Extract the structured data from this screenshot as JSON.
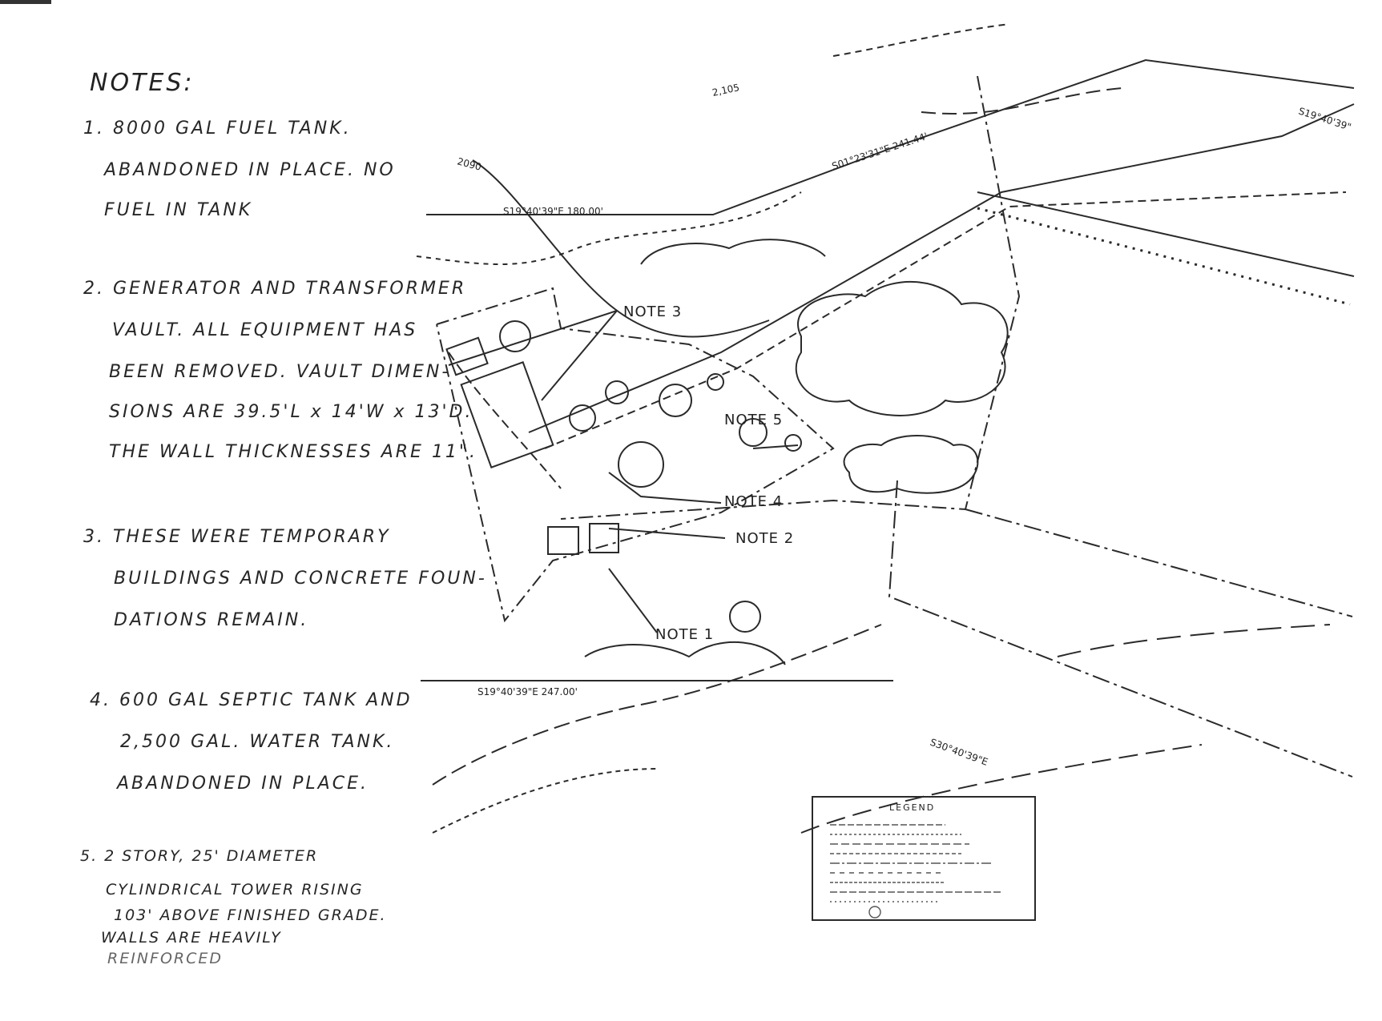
{
  "notes": {
    "heading": "NOTES:",
    "lines": [
      "1. 8000 GAL FUEL TANK.",
      "ABANDONED IN PLACE. NO",
      "FUEL IN TANK",
      "2. GENERATOR AND TRANSFORMER",
      "VAULT. ALL EQUIPMENT HAS",
      "BEEN REMOVED. VAULT DIMEN-",
      "SIONS ARE 39.5'L x 14'W x 13'D.",
      "THE WALL THICKNESSES ARE 11\".",
      "3. THESE WERE TEMPORARY",
      "BUILDINGS AND CONCRETE FOUN-",
      "DATIONS REMAIN.",
      "4. 600 GAL SEPTIC TANK AND",
      "2,500 GAL. WATER TANK.",
      "ABANDONED IN PLACE.",
      "5. 2 STORY, 25' DIAMETER",
      "CYLINDRICAL TOWER RISING",
      "103' ABOVE FINISHED GRADE.",
      "WALLS ARE HEAVILY",
      "REINFORCED"
    ]
  },
  "callouts": {
    "note1": "NOTE 1",
    "note2": "NOTE 2",
    "note3": "NOTE 3",
    "note4": "NOTE 4",
    "note5": "NOTE 5"
  },
  "bearings": {
    "b1": "S19°40'39\"E 180.00'",
    "b2": "S01°23'31\"E 241.44'",
    "b3": "S19°40'39\"E 247.00'",
    "b4": "S30°40'39\"E",
    "b5": "S19°40'39\""
  },
  "elevations": {
    "e1": "2090",
    "e2": "2,105"
  },
  "legend": {
    "title": "LEGEND"
  }
}
